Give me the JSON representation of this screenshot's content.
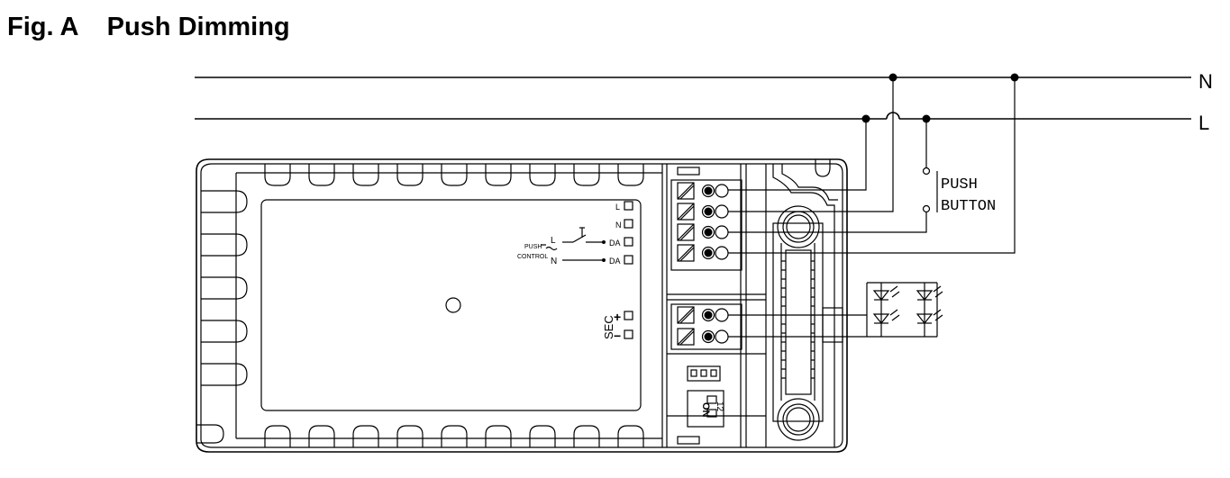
{
  "figure": {
    "title": "Fig. A    Push Dimming"
  },
  "mains": {
    "neutral_label": "N",
    "line_label": "L"
  },
  "push_button": {
    "line1": "PUSH",
    "line2": "BUTTON"
  },
  "driver_label": {
    "terminals": [
      "L",
      "N",
      "DA",
      "DA"
    ],
    "push_control_line1": "PUSH",
    "push_control_line2": "CONTROL",
    "wire_L": "L",
    "wire_N": "N",
    "sec": "SEC",
    "plus": "+",
    "minus": "−"
  },
  "dip_switch": {
    "on": "ON",
    "digits": "12"
  }
}
